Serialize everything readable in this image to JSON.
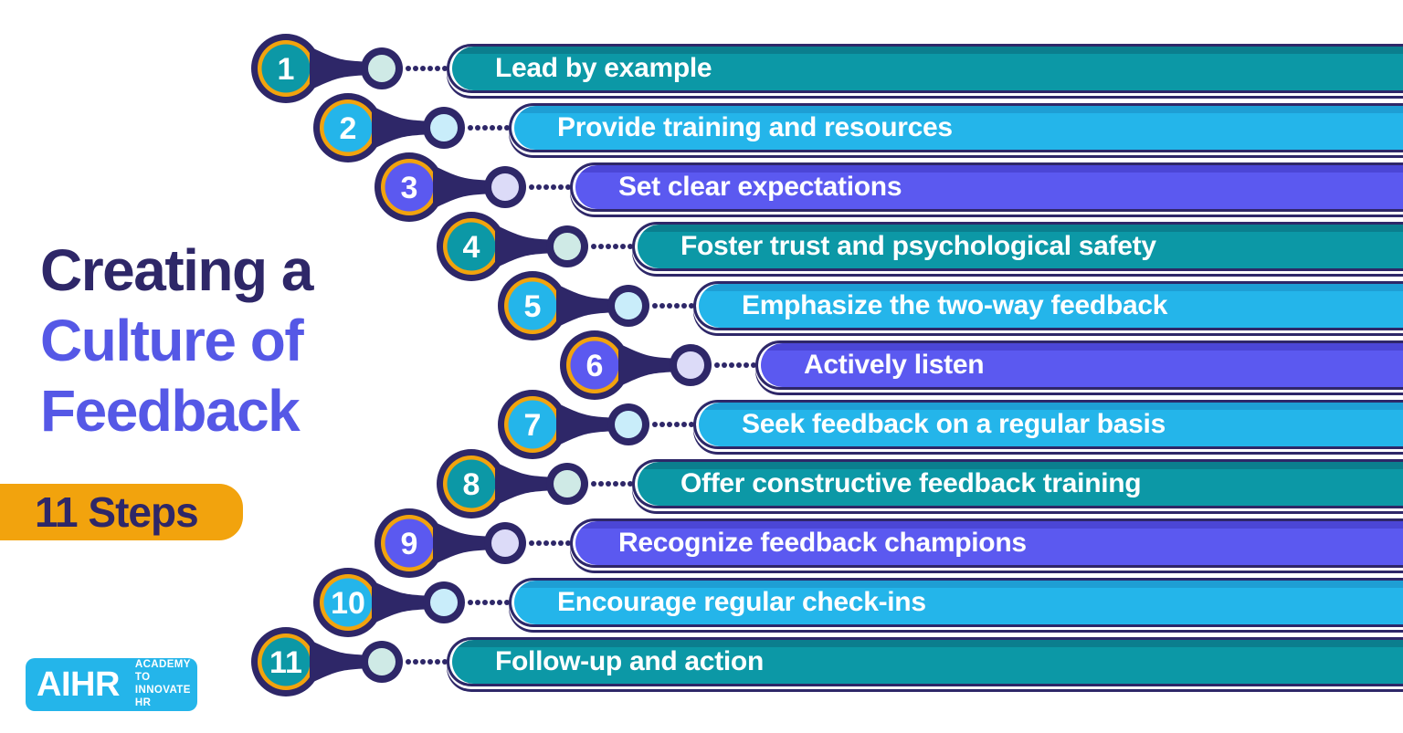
{
  "title": {
    "line1": "Creating a",
    "line2": "Culture of",
    "line3": "Feedback"
  },
  "badge": {
    "label": "11 Steps"
  },
  "logo": {
    "name": "AIHR",
    "tagline_line1": "ACADEMY TO",
    "tagline_line2": "INNOVATE HR"
  },
  "colors": {
    "navy": "#2E2768",
    "orange": "#F2A30D",
    "teal": "#0C98A6",
    "teal_dark": "#0B7E8E",
    "blue": "#24B5EA",
    "blue_dark": "#1E9ED4",
    "purple": "#5B59F0",
    "purple_dark": "#4B46D6",
    "pale_teal": "#CFEAE6",
    "pale_blue": "#C9EDFA",
    "pale_purple": "#DCDBF8",
    "purple_title": "#5558E6"
  },
  "steps": [
    {
      "number": "1",
      "label": "Lead by example",
      "color": "teal"
    },
    {
      "number": "2",
      "label": "Provide training and resources",
      "color": "blue"
    },
    {
      "number": "3",
      "label": "Set clear expectations",
      "color": "purple"
    },
    {
      "number": "4",
      "label": "Foster trust and psychological safety",
      "color": "teal"
    },
    {
      "number": "5",
      "label": "Emphasize the two-way feedback",
      "color": "blue"
    },
    {
      "number": "6",
      "label": "Actively listen",
      "color": "purple"
    },
    {
      "number": "7",
      "label": "Seek feedback on a regular basis",
      "color": "blue"
    },
    {
      "number": "8",
      "label": "Offer constructive feedback training",
      "color": "teal"
    },
    {
      "number": "9",
      "label": "Recognize feedback champions",
      "color": "purple"
    },
    {
      "number": "10",
      "label": "Encourage regular check-ins",
      "color": "blue"
    },
    {
      "number": "11",
      "label": "Follow-up and action",
      "color": "teal"
    }
  ]
}
